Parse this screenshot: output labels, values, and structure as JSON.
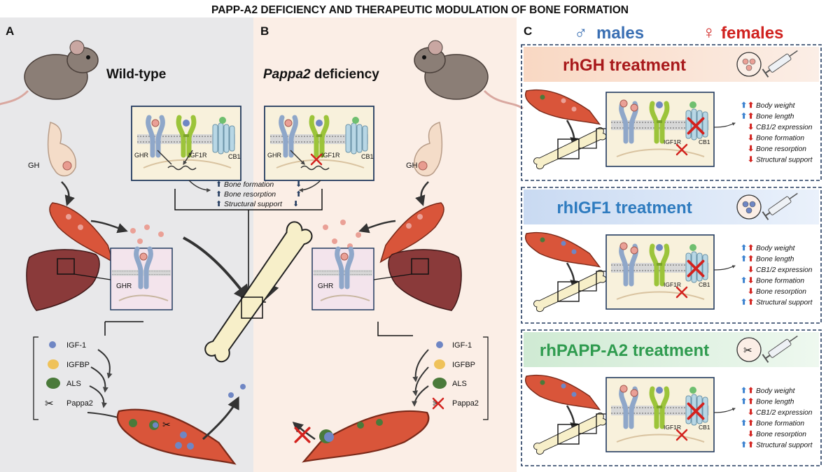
{
  "title": "PAPP-A2 DEFICIENCY AND THERAPEUTIC MODULATION OF BONE FORMATION",
  "colors": {
    "panel_a_bg": "#e8e8ea",
    "panel_b_bg": "#fbeee6",
    "male_blue": "#3a6fb3",
    "female_red": "#d0221f",
    "rhgh_red": "#a8191b",
    "rhigf1_blue": "#2e7bbf",
    "rhpappa2_green": "#2f9b4f",
    "arrow_up_blue": "#3b82d0",
    "arrow_red": "#d3221e",
    "navy": "#223a5e"
  },
  "panel_a": {
    "letter": "A",
    "label": "Wild-type",
    "gh_label": "GH",
    "receptors": {
      "ghr": "GHR",
      "igf1r": "IGF1R",
      "cb1": "CB1"
    },
    "liver_ghr": "GHR",
    "legend": [
      "IGF-1",
      "IGFBP",
      "ALS",
      "Pappa2"
    ]
  },
  "panel_b": {
    "letter": "B",
    "label_italic": "Pappa2",
    "label_rest": " deficiency",
    "gh_label": "GH",
    "receptors": {
      "ghr": "GHR",
      "igf1r": "IGF1R",
      "cb1": "CB1"
    },
    "liver_ghr": "GHR",
    "legend": [
      "IGF-1",
      "IGFBP",
      "ALS",
      "Pappa2"
    ]
  },
  "center_effects": [
    "Bone formation",
    "Bone resorption",
    "Structural support"
  ],
  "panel_c": {
    "letter": "C",
    "males": "males",
    "females": "females",
    "treatments": [
      {
        "title": "rhGH treatment",
        "effects": [
          "Body weight",
          "Bone length",
          "CB1/2 expression",
          "Bone formation",
          "Bone resorption",
          "Structural support"
        ],
        "male_arrows": [
          "up",
          "up",
          "",
          "",
          "",
          ""
        ],
        "female_arrows": [
          "up",
          "up",
          "down",
          "down",
          "down",
          "down"
        ],
        "receptors": {
          "igf1r": "IGF1R",
          "cb1": "CB1"
        }
      },
      {
        "title": "rhIGF1 treatment",
        "effects": [
          "Body weight",
          "Bone length",
          "CB1/2 expression",
          "Bone formation",
          "Bone resorption",
          "Structural support"
        ],
        "male_arrows": [
          "up",
          "up",
          "",
          "up",
          "",
          "up"
        ],
        "female_arrows": [
          "up",
          "up",
          "down",
          "down",
          "down",
          "up"
        ],
        "receptors": {
          "igf1r": "IGF1R",
          "cb1": "CB1"
        }
      },
      {
        "title": "rhPAPP-A2 treatment",
        "effects": [
          "Body weight",
          "Bone length",
          "CB1/2 expression",
          "Bone formation",
          "Bone resorption",
          "Structural support"
        ],
        "male_arrows": [
          "up",
          "up",
          "",
          "up",
          "",
          "up"
        ],
        "female_arrows": [
          "up",
          "up",
          "down",
          "up",
          "down",
          "up"
        ],
        "receptors": {
          "igf1r": "IGF1R",
          "cb1": "CB1"
        }
      }
    ]
  }
}
